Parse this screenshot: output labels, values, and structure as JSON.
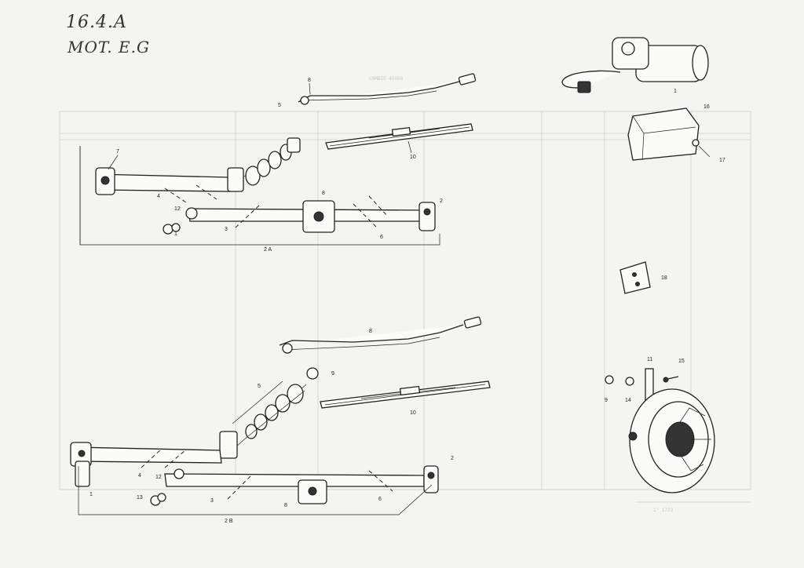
{
  "handwriting": {
    "line1": "16.4.A",
    "line2": "MOT. E.G"
  },
  "callouts": {
    "top": {
      "n1": "1",
      "n2": "2",
      "n3": "3",
      "n4": "4",
      "n5": "5",
      "n6": "6",
      "n7": "7",
      "n8": "8",
      "n8b": "8",
      "n10": "10",
      "n12": "12",
      "group": "2 A"
    },
    "bottom": {
      "n1": "1",
      "n2": "2",
      "n3": "3",
      "n4": "4",
      "n5": "5",
      "n6": "6",
      "n8": "8",
      "n9": "9",
      "n10": "10",
      "n12": "12",
      "n13": "13",
      "group": "2 B"
    },
    "right": {
      "n1": "1",
      "n9": "9",
      "n11": "11",
      "n14": "14",
      "n15": "15",
      "n16": "16",
      "n17": "17",
      "n18": "18"
    }
  },
  "bleed_through": {
    "header": "CAMBIO 45000",
    "footer": "1° 1723"
  }
}
